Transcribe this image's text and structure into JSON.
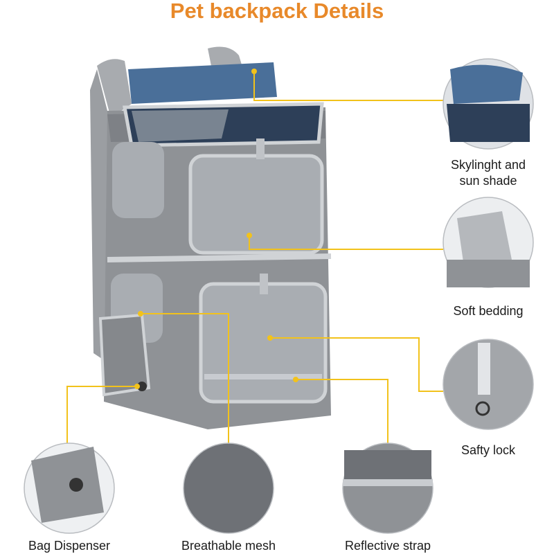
{
  "title": "Pet backpack Details",
  "features": [
    {
      "label_line1": "Skylinght and",
      "label_line2": "sun shade"
    },
    {
      "label": "Soft bedding"
    },
    {
      "label": "Safty lock"
    },
    {
      "label": "Bag Dispenser"
    },
    {
      "label": "Breathable mesh"
    },
    {
      "label": "Reflective strap"
    }
  ],
  "colors": {
    "title": "#e8892a",
    "leader": "#f2c21b",
    "fabric": "#8f9296",
    "trim": "#d0d3d6",
    "shade": "#4a6f99"
  }
}
